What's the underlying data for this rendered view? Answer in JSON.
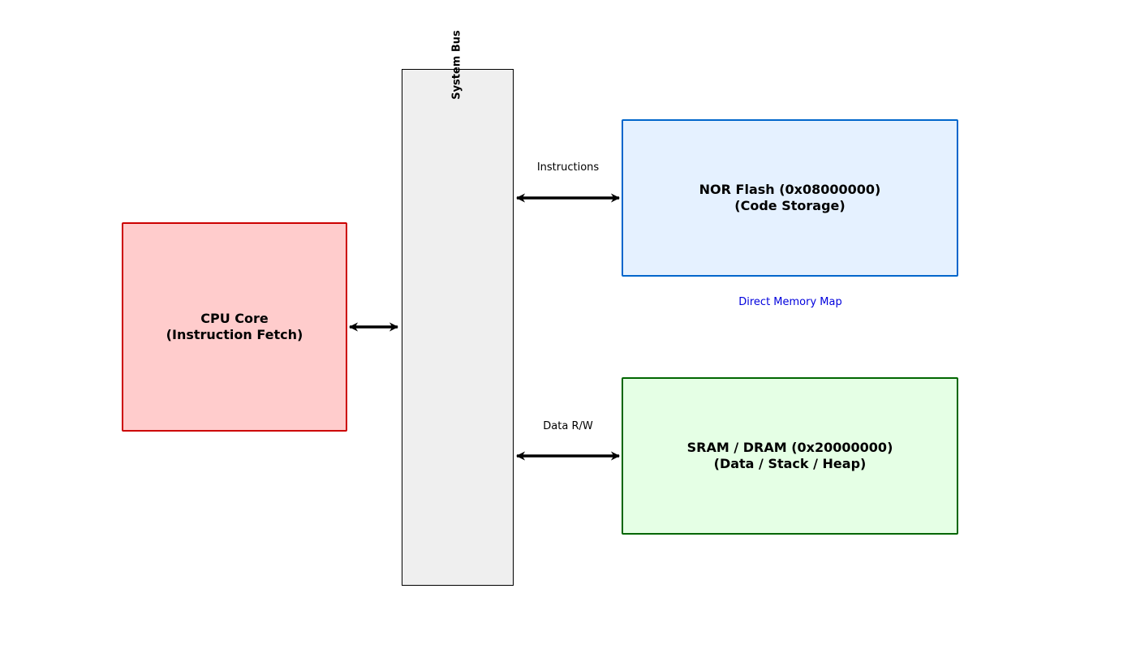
{
  "diagram": {
    "nodes": {
      "cpu": {
        "label": "CPU Core\n(Instruction Fetch)"
      },
      "bus": {
        "label": "System Bus"
      },
      "flash": {
        "label": "NOR Flash (0x08000000)\n(Code Storage)"
      },
      "sram": {
        "label": "SRAM / DRAM (0x20000000)\n(Data / Stack / Heap)"
      }
    },
    "edges": {
      "instructions": {
        "label": "Instructions"
      },
      "data": {
        "label": "Data R/W"
      }
    },
    "annotation": {
      "label": "Direct Memory Map",
      "color": "#0000dd"
    },
    "colors": {
      "cpu_fill": "#ffcccc",
      "cpu_border": "#cc0000",
      "bus_fill": "#efefef",
      "flash_fill": "#e5f1ff",
      "flash_border": "#0066cc",
      "sram_fill": "#e5ffe5",
      "sram_border": "#006600"
    }
  }
}
